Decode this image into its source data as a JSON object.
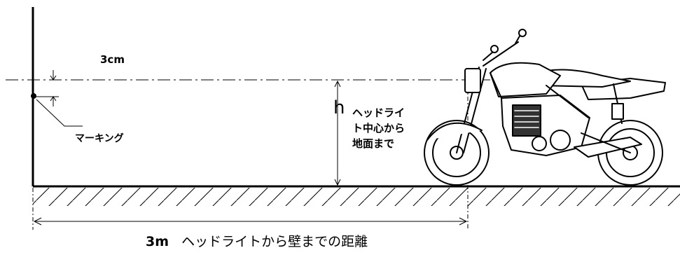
{
  "labels": {
    "offset": "3cm",
    "marking": "マーキング",
    "height_symbol": "h",
    "height_desc": [
      "ヘッドライ",
      "ト中心から",
      "地面まで"
    ],
    "distance_value": "3m",
    "distance_desc": "ヘッドライトから壁までの距離"
  },
  "colors": {
    "ink": "#000000",
    "background": "#ffffff",
    "engine_shade": "#333333"
  },
  "icons": {
    "vehicle": "motorcycle-illustration",
    "marker": "marking-dot"
  }
}
